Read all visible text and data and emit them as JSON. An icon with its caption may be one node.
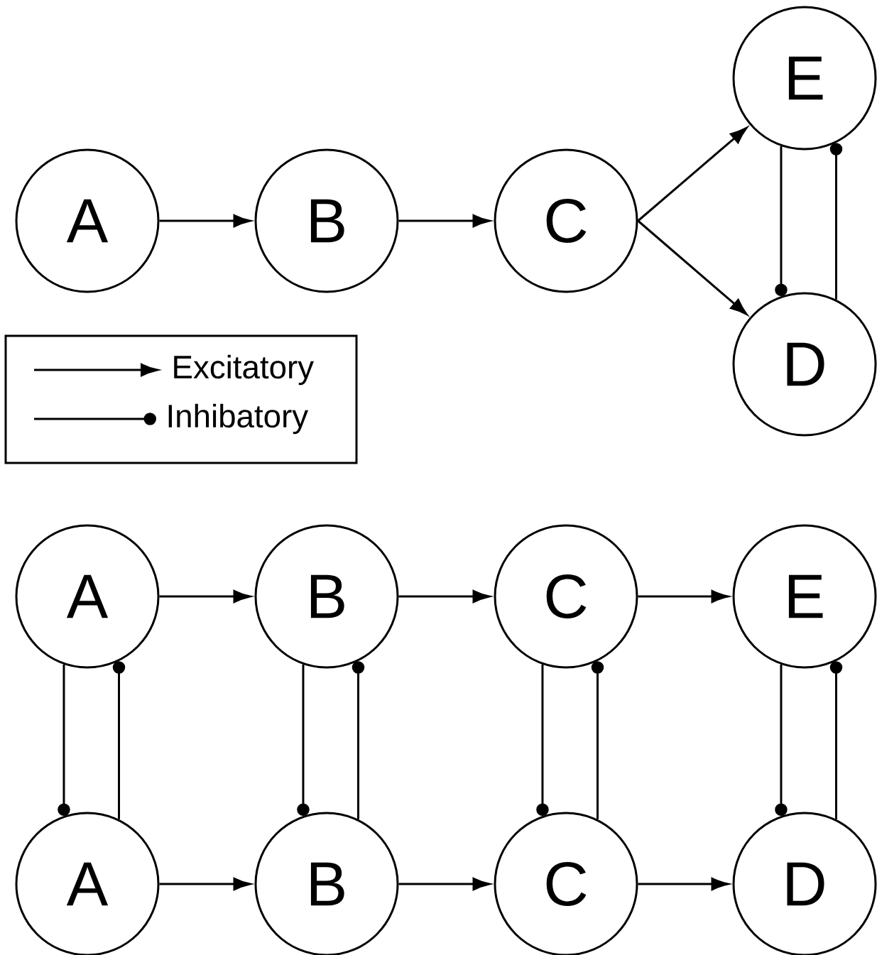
{
  "diagram": {
    "nodes": [
      {
        "text": [
          "A"
        ]
      },
      {
        "text": [
          "B"
        ]
      },
      {
        "text": [
          "C"
        ]
      },
      {
        "text": [
          "E"
        ]
      },
      {
        "text": [
          "D"
        ]
      },
      {
        "text": [
          "A"
        ]
      },
      {
        "text": [
          "B"
        ]
      },
      {
        "text": [
          "C"
        ]
      },
      {
        "text": [
          "E"
        ]
      },
      {
        "text": [
          "A"
        ]
      },
      {
        "text": [
          "B"
        ]
      },
      {
        "text": [
          "C"
        ]
      },
      {
        "text": [
          "D"
        ]
      }
    ],
    "edges": [
      {
        "from": 0,
        "to": 1,
        "arrow": "to"
      },
      {
        "from": 1,
        "to": 2,
        "arrow": "to"
      },
      {
        "from": 2,
        "to": 3,
        "arrow": "to"
      },
      {
        "from": 2,
        "to": 4,
        "arrow": "to"
      },
      {
        "from": 3,
        "to": 4,
        "arrow": "other"
      },
      {
        "from": 4,
        "to": 3,
        "arrow": "other"
      },
      {
        "from": 5,
        "to": 6,
        "arrow": "to"
      },
      {
        "from": 6,
        "to": 7,
        "arrow": "to"
      },
      {
        "from": 7,
        "to": 8,
        "arrow": "to"
      },
      {
        "from": 9,
        "to": 10,
        "arrow": "to"
      },
      {
        "from": 10,
        "to": 11,
        "arrow": "to"
      },
      {
        "from": 11,
        "to": 12,
        "arrow": "to"
      },
      {
        "from": 5,
        "to": 9,
        "arrow": "other"
      },
      {
        "from": 9,
        "to": 5,
        "arrow": "other"
      },
      {
        "from": 6,
        "to": 10,
        "arrow": "other"
      },
      {
        "from": 10,
        "to": 6,
        "arrow": "other"
      },
      {
        "from": 7,
        "to": 11,
        "arrow": "other"
      },
      {
        "from": 11,
        "to": 7,
        "arrow": "other"
      },
      {
        "from": 8,
        "to": 12,
        "arrow": "other"
      },
      {
        "from": 12,
        "to": 8,
        "arrow": "other"
      }
    ],
    "legend": [
      {
        "text": "Excitatory"
      },
      {
        "text": "Inhibatory"
      }
    ]
  }
}
